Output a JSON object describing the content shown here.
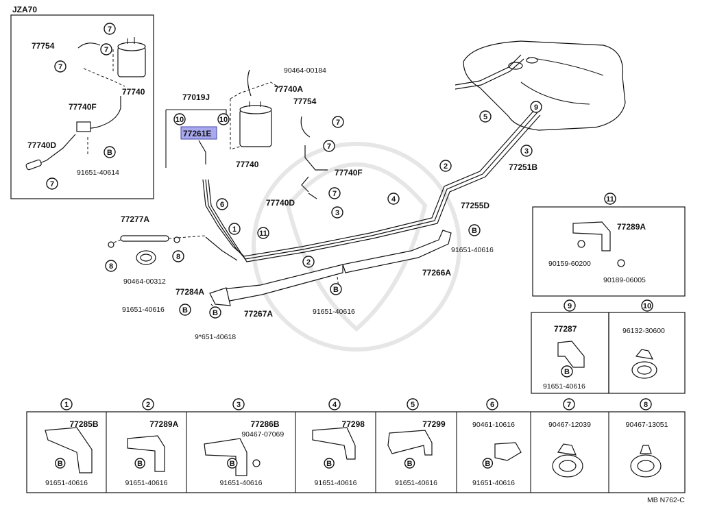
{
  "diagram_id": "MB  N762-C",
  "inset_title": "JZA70",
  "highlighted_part": "77261E",
  "labels": {
    "l77754a": "77754",
    "l77740a": "77740",
    "l77740Fa": "77740F",
    "l77740Da": "77740D",
    "l91651_40614": "91651-40614",
    "l90464_00184": "90464-00184",
    "l77740A": "77740A",
    "l77019J": "77019J",
    "l77261E": "77261E",
    "l77740b": "77740",
    "l77754b": "77754",
    "l77740Fb": "77740F",
    "l77740Db": "77740D",
    "l77251B": "77251B",
    "l77255D": "77255D",
    "l77277A": "77277A",
    "l90464_00312": "90464-00312",
    "l77284A": "77284A",
    "l91651_40616a": "91651-40616",
    "l9651_40618": "9*651-40618",
    "l77267A": "77267A",
    "l91651_40616b": "91651-40616",
    "l91651_40616c": "91651-40616",
    "l77266A": "77266A",
    "l77289A_11": "77289A",
    "l90159_60200": "90159-60200",
    "l90189_06005": "90189-06005",
    "l77287": "77287",
    "l91651_40616_9": "91651-40616",
    "l96132_30600": "96132-30600"
  },
  "badge_glyphs": {
    "n1": "1",
    "n2": "2",
    "n3": "3",
    "n4": "4",
    "n5": "5",
    "n6": "6",
    "n7": "7",
    "n8": "8",
    "n9": "9",
    "n10": "10",
    "n11": "11",
    "B": "B"
  },
  "bottom_panels": [
    {
      "n": "1",
      "part": "77285B",
      "sub": "",
      "bolt": "91651-40616"
    },
    {
      "n": "2",
      "part": "77289A",
      "sub": "",
      "bolt": "91651-40616"
    },
    {
      "n": "3",
      "part": "77286B",
      "sub": "90467-07069",
      "bolt": "91651-40616"
    },
    {
      "n": "4",
      "part": "77298",
      "sub": "",
      "bolt": "91651-40616"
    },
    {
      "n": "5",
      "part": "77299",
      "sub": "",
      "bolt": "91651-40616"
    },
    {
      "n": "6",
      "part": "90461-10616",
      "sub": "",
      "bolt": "91651-40616"
    },
    {
      "n": "7",
      "part": "90467-12039",
      "sub": "",
      "bolt": ""
    },
    {
      "n": "8",
      "part": "90467-13051",
      "sub": "",
      "bolt": ""
    }
  ]
}
